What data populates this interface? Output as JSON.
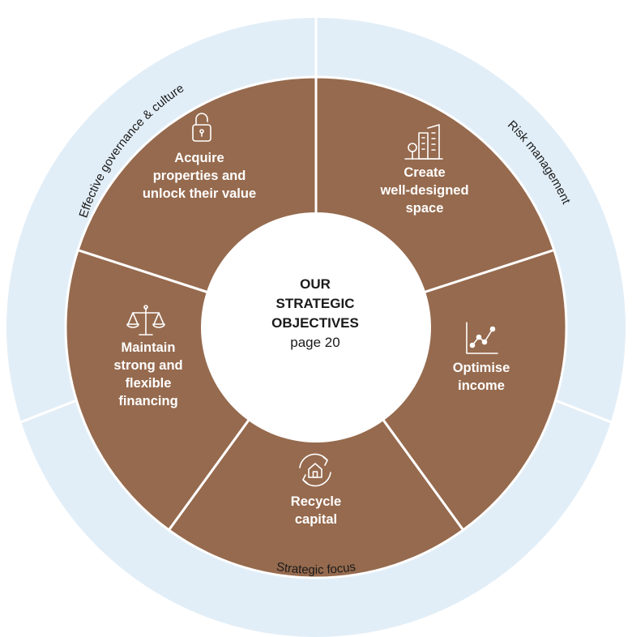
{
  "colors": {
    "segment": "#966a4e",
    "ring": "#e2eef7",
    "divider": "#ffffff",
    "center": "#ffffff",
    "text_dark": "#1a1a1a",
    "text_light": "#ffffff"
  },
  "center": {
    "title_lines": [
      "OUR",
      "STRATEGIC",
      "OBJECTIVES"
    ],
    "subtitle": "page 20"
  },
  "segments": [
    {
      "lines": [
        "Acquire",
        "properties and",
        "unlock their value"
      ],
      "icon": "padlock-open-icon"
    },
    {
      "lines": [
        "Create",
        "well-designed",
        "space"
      ],
      "icon": "buildings-tree-icon"
    },
    {
      "lines": [
        "Optimise",
        "income"
      ],
      "icon": "line-chart-icon"
    },
    {
      "lines": [
        "Recycle",
        "capital"
      ],
      "icon": "recycle-house-icon"
    },
    {
      "lines": [
        "Maintain",
        "strong and",
        "flexible",
        "financing"
      ],
      "icon": "balance-scale-icon"
    }
  ],
  "ring_labels": {
    "governance": "Effective governance & culture",
    "risk": "Risk management",
    "focus": "Strategic focus"
  }
}
